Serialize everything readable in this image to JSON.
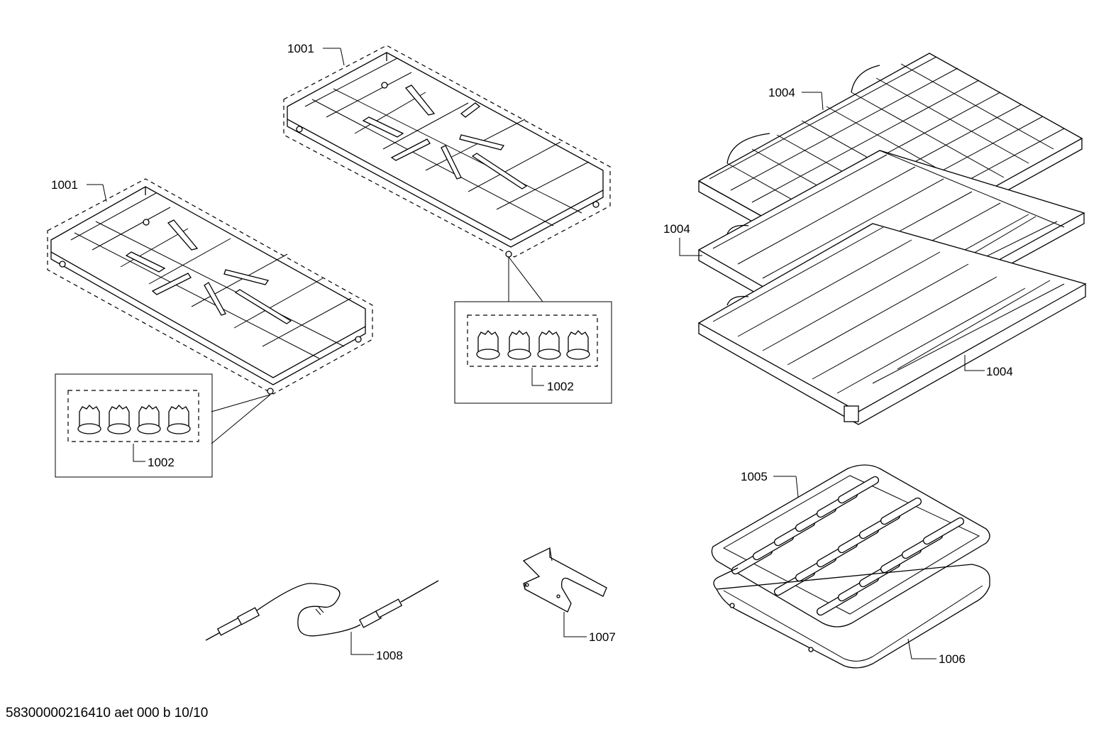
{
  "labels": {
    "grate_top": "1001",
    "grate_left": "1001",
    "knobs_right": "1002",
    "knobs_left": "1002",
    "rack_top": "1004",
    "rack_middle": "1004",
    "rack_bottom": "1004",
    "broil_grill": "1005",
    "broil_pan": "1006",
    "bracket": "1007",
    "probe": "1008"
  },
  "footer": "58300000216410 aet 000 b 10/10"
}
